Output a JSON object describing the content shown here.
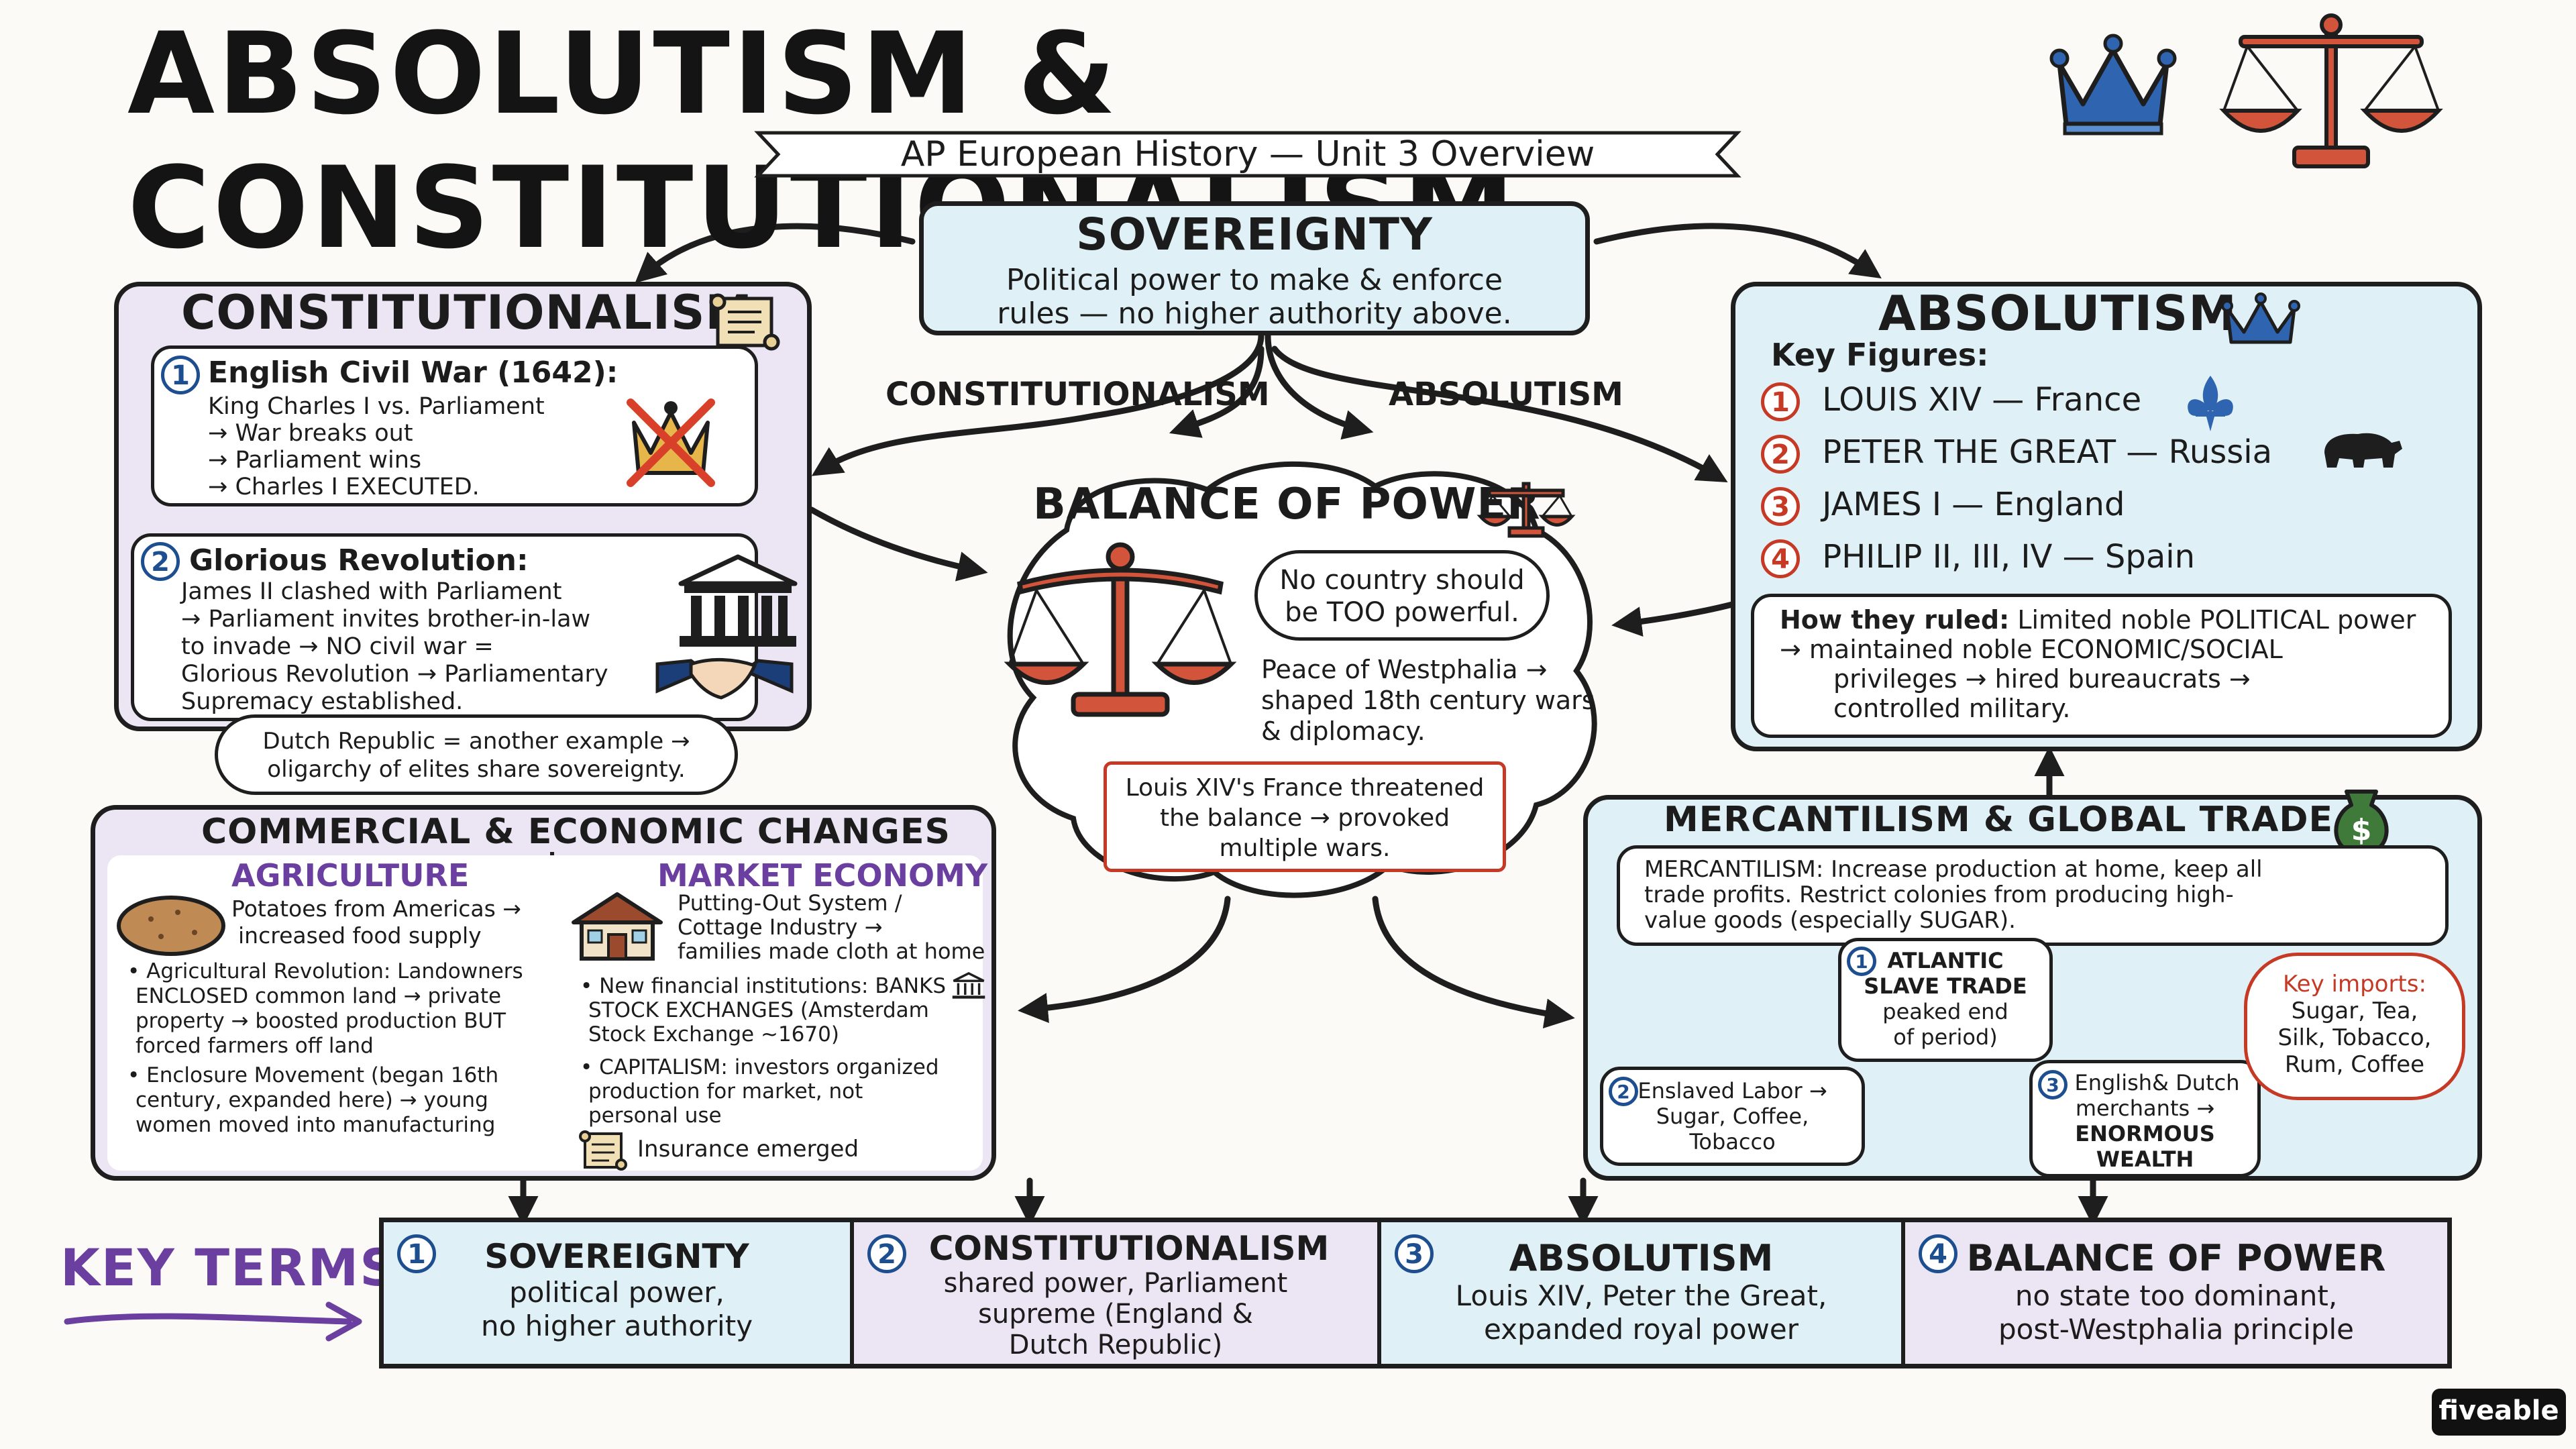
{
  "header": {
    "title": "ABSOLUTISM & CONSTITUTIONALISM",
    "subtitle": "AP European History — Unit 3 Overview"
  },
  "sovereignty": {
    "title": "SOVEREIGNTY",
    "lines": [
      "Political power to make & enforce",
      "rules — no higher authority above."
    ],
    "branch_left": "CONSTITUTIONALISM",
    "branch_right": "ABSOLUTISM"
  },
  "constitutionalism": {
    "title": "CONSTITUTIONALISM",
    "civil_war": {
      "number": "1",
      "title": "English Civil War (1642):",
      "lines": [
        "King Charles I vs. Parliament",
        "→ War breaks out",
        "→ Parliament wins",
        "→ Charles I EXECUTED."
      ]
    },
    "glorious": {
      "number": "2",
      "title": "Glorious Revolution:",
      "lines": [
        "James II clashed with Parliament",
        "→ Parliament invites brother-in-law",
        "to invade → NO civil war =",
        "Glorious Revolution → Parliamentary",
        "Supremacy established."
      ]
    },
    "dutch": [
      "Dutch Republic = another example →",
      "oligarchy of elites share sovereignty."
    ]
  },
  "balance": {
    "title": "BALANCE OF POWER",
    "bubble": [
      "No country should",
      "be TOO powerful."
    ],
    "westphalia": [
      "Peace of Westphalia →",
      "shaped 18th century wars",
      "& diplomacy."
    ],
    "louis_box": [
      "Louis XIV's France threatened",
      "the balance → provoked",
      "multiple wars."
    ]
  },
  "absolutism": {
    "title": "ABSOLUTISM",
    "key_figures_label": "Key Figures:",
    "figures": [
      {
        "number": "1",
        "text": "LOUIS XIV — France"
      },
      {
        "number": "2",
        "text": "PETER THE GREAT — Russia"
      },
      {
        "number": "3",
        "text": "JAMES I — England"
      },
      {
        "number": "4",
        "text": "PHILIP II, III, IV — Spain"
      }
    ],
    "ruled_label": "How they ruled:",
    "ruled_lines": [
      "Limited noble POLITICAL power",
      "→ maintained noble ECONOMIC/SOCIAL",
      "privileges → hired bureaucrats →",
      "controlled military."
    ]
  },
  "economic": {
    "title": "COMMERCIAL & ECONOMIC CHANGES",
    "agriculture_title": "AGRICULTURE",
    "potatoes": [
      "Potatoes from Americas →",
      "increased food supply"
    ],
    "ag_revolution": [
      "• Agricultural Revolution: Landowners",
      "ENCLOSED common land → private",
      "property → boosted production BUT",
      "forced farmers off land"
    ],
    "enclosure": [
      "• Enclosure Movement (began 16th",
      "century, expanded here) → young",
      "women moved into manufacturing"
    ],
    "market_title": "MARKET ECONOMY",
    "putting_out": [
      "Putting-Out System /",
      "Cottage Industry →",
      "families made cloth at home"
    ],
    "financial": [
      "• New financial institutions: BANKS",
      "STOCK EXCHANGES (Amsterdam",
      "Stock Exchange ~1670)"
    ],
    "capitalism": [
      "• CAPITALISM: investors organized",
      "production for market, not",
      "personal use"
    ],
    "insurance": "Insurance emerged"
  },
  "mercantilism": {
    "title": "MERCANTILISM & GLOBAL TRADE",
    "definition": [
      "MERCANTILISM: Increase production at home, keep all",
      "trade profits. Restrict colonies from producing high-",
      "value goods (especially SUGAR)."
    ],
    "atlantic": {
      "number": "1",
      "lines": [
        "ATLANTIC",
        "SLAVE TRADE",
        "peaked end",
        "of period)"
      ]
    },
    "enslaved": {
      "number": "2",
      "lines": [
        "Enslaved Labor →",
        "Sugar, Coffee,",
        "Tobacco"
      ]
    },
    "merchants": {
      "number": "3",
      "lines": [
        "English& Dutch",
        "merchants →",
        "ENORMOUS",
        "WEALTH"
      ]
    },
    "imports": [
      "Key imports:",
      "Sugar, Tea,",
      "Silk, Tobacco,",
      "Rum, Coffee"
    ]
  },
  "key_terms": {
    "label": "KEY TERMS",
    "terms": [
      {
        "number": "1",
        "title": "SOVEREIGNTY",
        "lines": [
          "political power,",
          "no higher authority"
        ]
      },
      {
        "number": "2",
        "title": "CONSTITUTIONALISM",
        "lines": [
          "shared power, Parliament",
          "supreme (England &",
          "Dutch Republic)"
        ]
      },
      {
        "number": "3",
        "title": "ABSOLUTISM",
        "lines": [
          "Louis XIV, Peter the Great,",
          "expanded royal power"
        ]
      },
      {
        "number": "4",
        "title": "BALANCE OF POWER",
        "lines": [
          "no state too dominant,",
          "post-Westphalia principle"
        ]
      }
    ]
  },
  "brand": "fiveable",
  "colors": {
    "blue_panel": "#dff1f6",
    "purple_panel": "#ece6f4",
    "accent_red": "#d2543b",
    "accent_blue": "#2f64b0",
    "purple_text": "#6a3fa0",
    "money_green": "#3f7a3a"
  },
  "icons": [
    "crown-icon",
    "scales-icon",
    "scroll-icon",
    "crossed-out-crown-icon",
    "parliament-building-icon",
    "handshake-icon",
    "fleur-de-lis-icon",
    "bear-icon",
    "potato-icon",
    "cottage-icon",
    "bank-icon",
    "money-bag-icon"
  ]
}
